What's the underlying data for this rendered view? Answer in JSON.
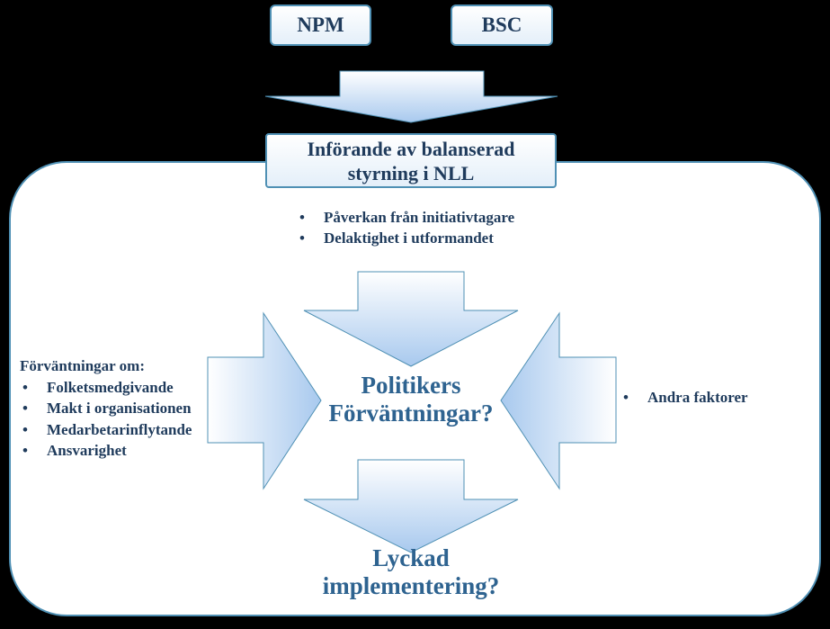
{
  "top_boxes": {
    "npm": "NPM",
    "bsc": "BSC"
  },
  "intro": {
    "line1": "Införande av balanserad",
    "line2": "styrning i NLL"
  },
  "top_bullets": [
    "Påverkan från initiativtagare",
    "Delaktighet i utformandet"
  ],
  "left": {
    "heading": "Förväntningar om:",
    "items": [
      "Folketsmedgivande",
      "Makt i organisationen",
      "Medarbetarinflytande",
      "Ansvarighet"
    ]
  },
  "right_bullets": [
    "Andra faktorer"
  ],
  "center": {
    "line1": "Politikers",
    "line2": "Förväntningar?"
  },
  "result": {
    "line1": "Lyckad",
    "line2": "implementering?"
  },
  "colors": {
    "border": "#4f90b4",
    "text_dark": "#1f3b5c",
    "text_accent": "#2e6390",
    "arrow_light": "#ffffff",
    "arrow_dark": "#a8c9ee"
  }
}
